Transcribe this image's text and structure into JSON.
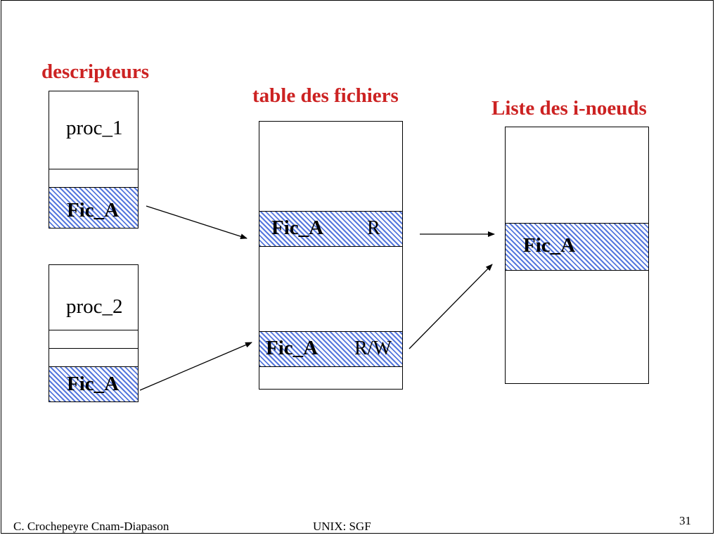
{
  "headings": {
    "descripteurs": "descripteurs",
    "table_fichiers": "table des fichiers",
    "inodes": "Liste des i-noeuds"
  },
  "proc1": {
    "name": "proc_1",
    "entry": "Fic_A"
  },
  "proc2": {
    "name": "proc_2",
    "entry": "Fic_A"
  },
  "file_table": [
    {
      "name": "Fic_A",
      "mode": "R"
    },
    {
      "name": "Fic_A",
      "mode": "R/W"
    }
  ],
  "inode_list": {
    "entry": "Fic_A"
  },
  "footer": {
    "author": "C. Crochepeyre Cnam-Diapason",
    "course": "UNIX: SGF",
    "page": "31"
  },
  "colors": {
    "heading": "#cc2222",
    "hatch": "#5577dd"
  }
}
